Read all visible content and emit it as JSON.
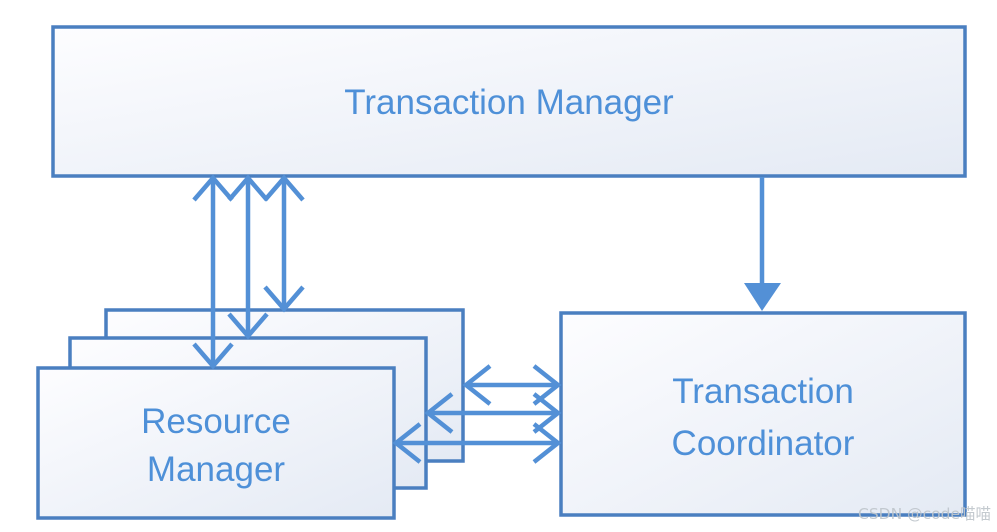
{
  "diagram": {
    "nodes": {
      "transaction_manager": {
        "label": "Transaction Manager"
      },
      "resource_manager": {
        "line1": "Resource",
        "line2": "Manager",
        "stack_count": 3
      },
      "transaction_coordinator": {
        "line1": "Transaction",
        "line2": "Coordinator"
      }
    },
    "edges": [
      {
        "from": "Transaction Manager",
        "to": "Resource Manager",
        "type": "bidirectional",
        "count": 3,
        "head": "open-chevron"
      },
      {
        "from": "Transaction Manager",
        "to": "Transaction Coordinator",
        "type": "directed",
        "count": 1,
        "head": "solid-triangle"
      },
      {
        "from": "Resource Manager",
        "to": "Transaction Coordinator",
        "type": "bidirectional",
        "count": 3,
        "head": "open-chevron"
      }
    ],
    "colors": {
      "box_border": "#4a7fc0",
      "box_fill_light": "#fdfdff",
      "box_fill_dark": "#e4eaf4",
      "arrow": "#5390d6",
      "label_text": "#4e90d8",
      "watermark": "#bfc6cc"
    }
  },
  "watermark": {
    "text": "CSDN @code喵喵"
  }
}
